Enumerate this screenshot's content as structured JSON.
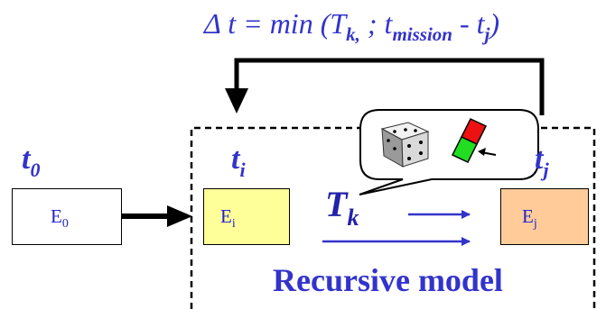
{
  "formula": {
    "delta": "Δ",
    "t": " t = min (",
    "T": "T",
    "k_sub": "k,",
    "sep": " ; ",
    "t_mission": "t",
    "mission_sub": "mission",
    "minus": " - ",
    "t_j": "t",
    "j_sub": "j",
    "close": ")"
  },
  "time_labels": {
    "t0_base": "t",
    "t0_sub": "0",
    "ti_base": "t",
    "ti_sub": "i",
    "tj_base": "t",
    "tj_sub": "j"
  },
  "transition": {
    "base": "T",
    "sub": "k"
  },
  "states": {
    "e0": {
      "base": "E",
      "sub": "0",
      "fill": "#ffffff"
    },
    "ei": {
      "base": "E",
      "sub": "i",
      "fill": "#ffff99"
    },
    "ej": {
      "base": "E",
      "sub": "j",
      "fill": "#ffcc99"
    }
  },
  "model_title": "Recursive model",
  "icons": [
    "dice-icon",
    "component-icon"
  ],
  "colors": {
    "text": "#3333cc",
    "arrow": "#3333cc"
  }
}
